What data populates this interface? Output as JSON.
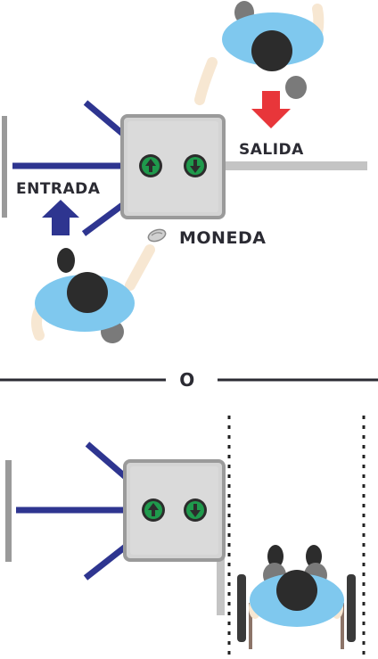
{
  "labels": {
    "entrada": "ENTRADA",
    "salida": "SALIDA",
    "moneda": "MONEDA",
    "separator": "O"
  },
  "colors": {
    "arm_blue": "#2e3590",
    "arrow_blue": "#2e3590",
    "arrow_red": "#e8363a",
    "machine_gray": "#d4d4d4",
    "machine_border": "#9a9a9a",
    "button_green": "#1f9a4c",
    "person_shoulders": "#7fc8ee",
    "person_head": "#2c2c2c",
    "skin": "#f7e7d2",
    "rail_gray": "#c4c4c4",
    "post_gray": "#9a9a9a",
    "separator_line": "#2b2b33",
    "dotted_line": "#222222",
    "wheel": "#3a3a3a",
    "wheel_frame": "#8c7468"
  },
  "icons": {
    "entry_button": "arrow-up-icon",
    "exit_button": "arrow-down-icon",
    "coin": "coin-icon",
    "entry_arrow": "big-arrow-up-icon",
    "exit_arrow": "big-arrow-down-icon"
  }
}
